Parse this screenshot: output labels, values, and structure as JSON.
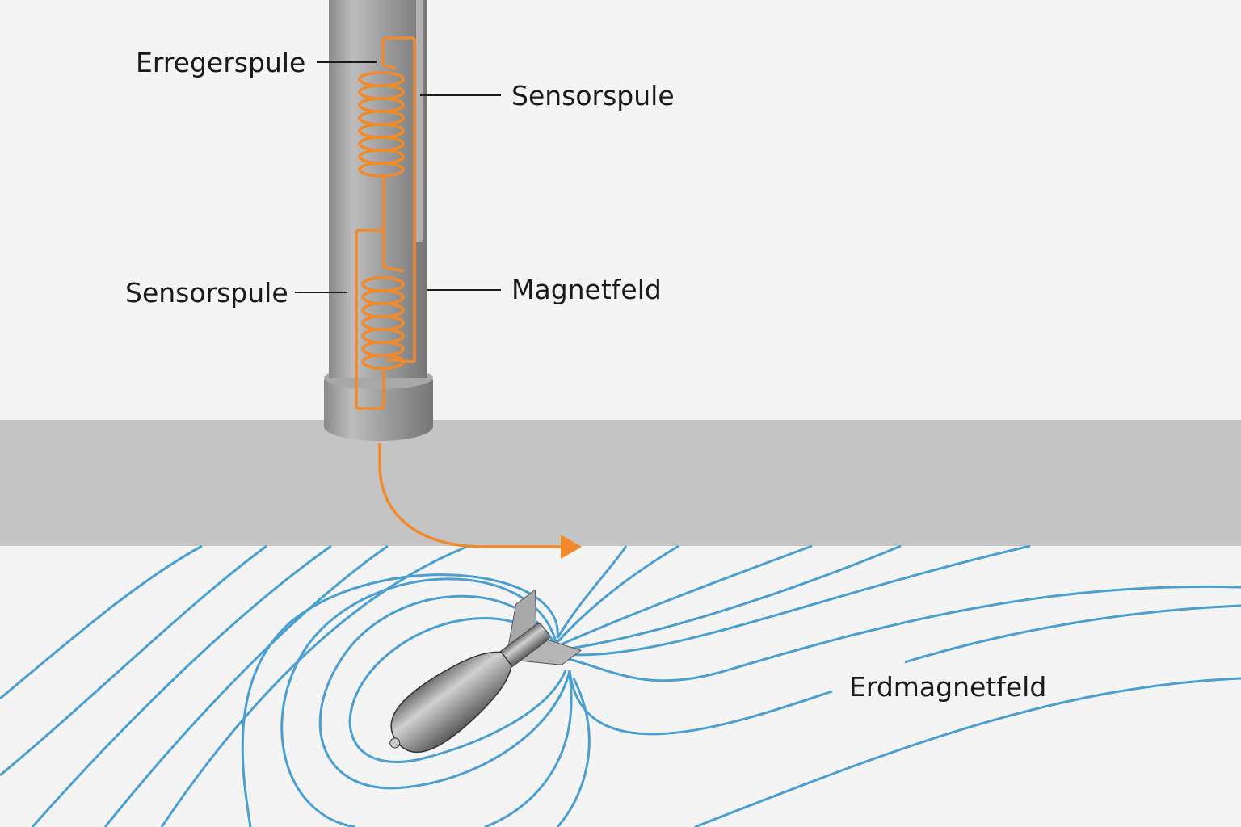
{
  "labels": {
    "excitation_coil": "Erregerspule",
    "sensor_coil_top": "Sensorspule",
    "sensor_coil_left": "Sensorspule",
    "magnetic_field": "Magnetfeld",
    "earth_magnetic_field": "Erdmagnetfeld"
  },
  "colors": {
    "background": "#f4f4f4",
    "ground": "#c4c4c4",
    "coil": "#f08a2c",
    "field_lines": "#4a9fd0",
    "probe": "#9a9a9a"
  }
}
